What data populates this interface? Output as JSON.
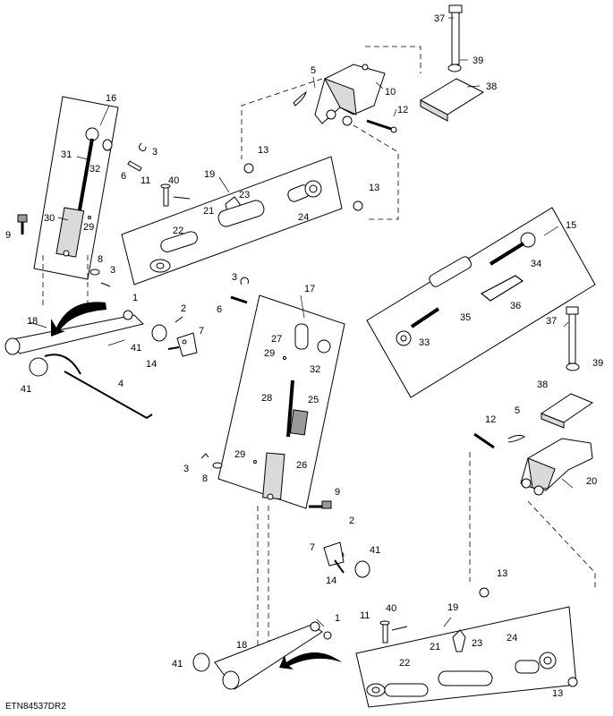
{
  "figure_code": "ETN84537DR2",
  "callouts": {
    "c37a": "37",
    "c39a": "39",
    "c38a": "38",
    "c5a": "5",
    "c10": "10",
    "c12a": "12",
    "c16": "16",
    "c31": "31",
    "c32a": "32",
    "c3a": "3",
    "c6a": "6",
    "c11a": "11",
    "c40a": "40",
    "c19a": "19",
    "c13a": "13",
    "c13b": "13",
    "c21a": "21",
    "c23a": "23",
    "c24a": "24",
    "c22a": "22",
    "c30": "30",
    "c29a": "29",
    "c9a": "9",
    "c8a": "8",
    "c3b": "3",
    "c15": "15",
    "c34": "34",
    "c35": "35",
    "c36": "36",
    "c33": "33",
    "c1a": "1",
    "c2a": "2",
    "c18a": "18",
    "c41a": "41",
    "c7a": "7",
    "c14a": "14",
    "c41b": "41",
    "c4": "4",
    "c3c": "3",
    "c6b": "6",
    "c17": "17",
    "c27": "27",
    "c29b": "29",
    "c32b": "32",
    "c28": "28",
    "c25": "25",
    "c37b": "37",
    "c39b": "39",
    "c38b": "38",
    "c12b": "12",
    "c5b": "5",
    "c20": "20",
    "c3d": "3",
    "c8b": "8",
    "c29c": "29",
    "c26": "26",
    "c9b": "9",
    "c2b": "2",
    "c7b": "7",
    "c41c": "41",
    "c14b": "14",
    "c13c": "13",
    "c11b": "11",
    "c40b": "40",
    "c19b": "19",
    "c1b": "1",
    "c18b": "18",
    "c41d": "41",
    "c21b": "21",
    "c23b": "23",
    "c24b": "24",
    "c22b": "22",
    "c13d": "13"
  }
}
